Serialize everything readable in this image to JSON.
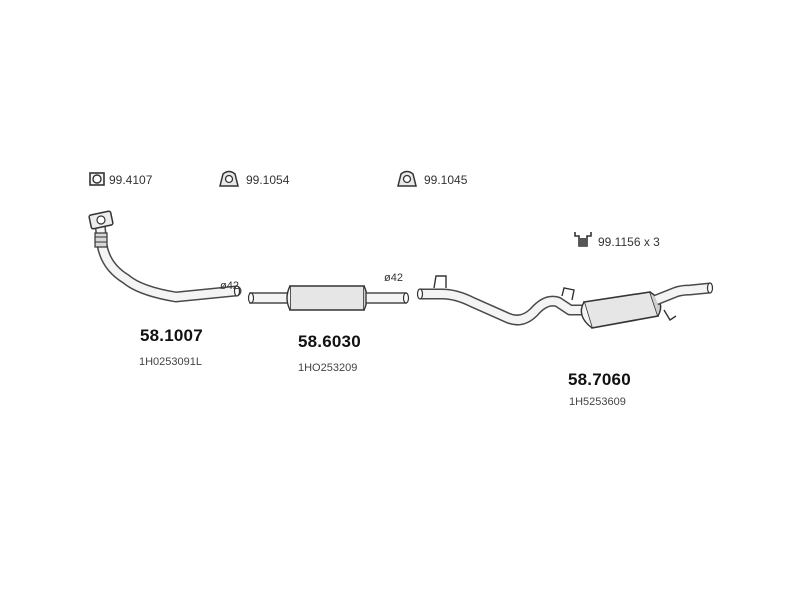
{
  "accessories": [
    {
      "code": "99.4107",
      "icon": "square-clamp-icon"
    },
    {
      "code": "99.1054",
      "icon": "rubber-hanger-icon"
    },
    {
      "code": "99.1045",
      "icon": "rubber-hanger-icon"
    },
    {
      "code": "99.1156 x 3",
      "icon": "mounting-bracket-icon"
    }
  ],
  "parts": [
    {
      "number": "58.1007",
      "oe_number": "1H0253091L",
      "diameter": "ø42"
    },
    {
      "number": "58.6030",
      "oe_number": "1HO253209",
      "diameter": "ø42"
    },
    {
      "number": "58.7060",
      "oe_number": "1H5253609"
    }
  ],
  "colors": {
    "line": "#4a4a4a",
    "fill_light": "#f2f2f2",
    "fill_shade": "#cfcfcf"
  }
}
